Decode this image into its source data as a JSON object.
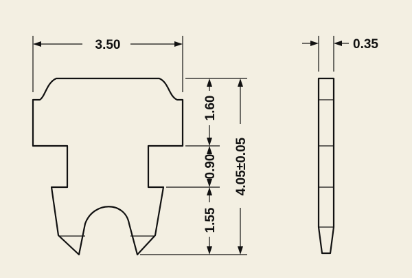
{
  "dimensions": {
    "width_total": "3.50",
    "thickness": "0.35",
    "upper_height": "1.60",
    "slot_height": "0.90",
    "lower_height": "1.55",
    "overall_height": "4.05±0.05"
  },
  "colors": {
    "paper": "#f3efe2",
    "ink": "#111111"
  }
}
